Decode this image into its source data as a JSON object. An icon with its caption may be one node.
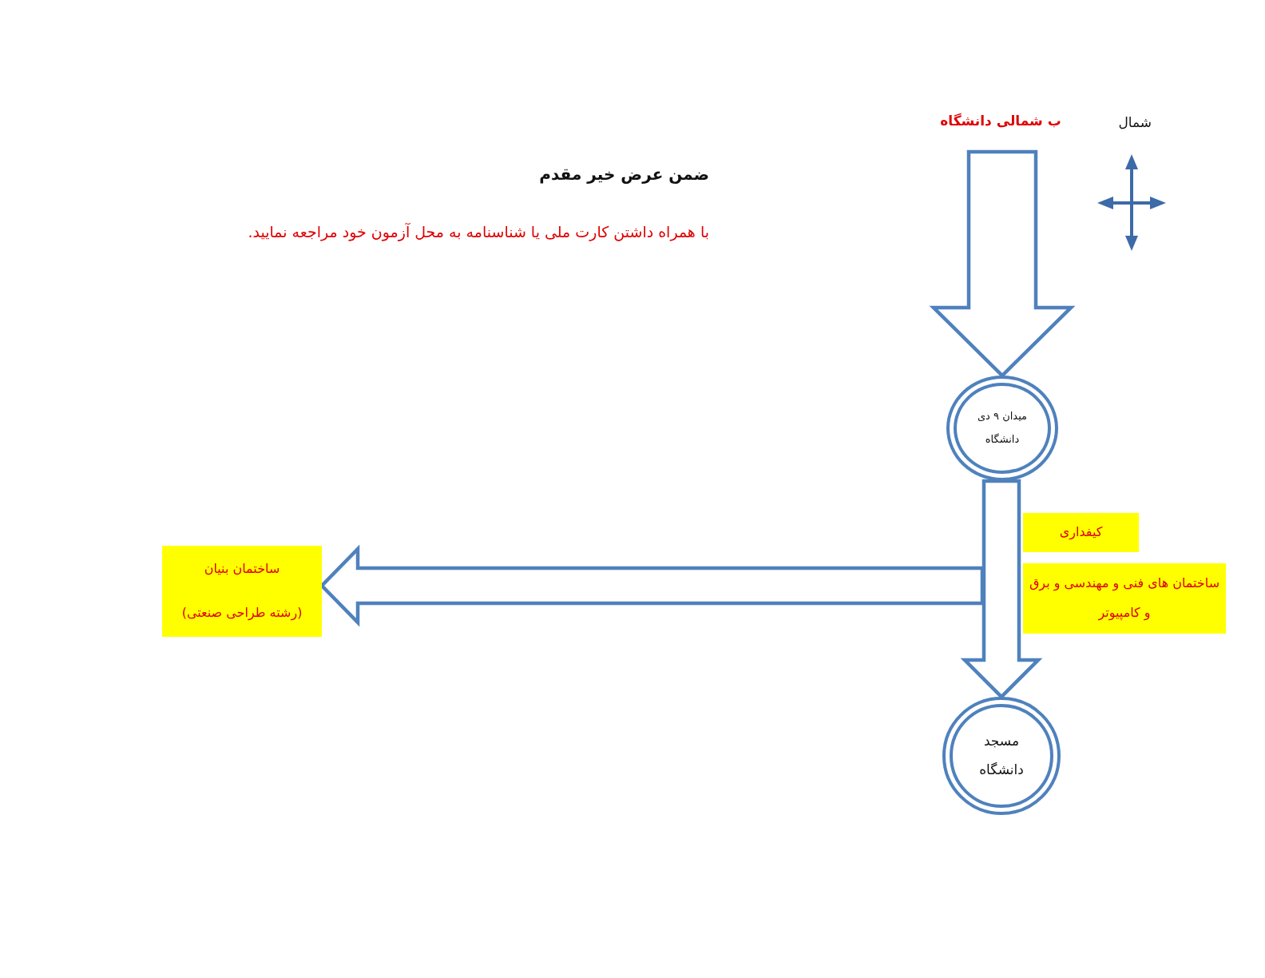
{
  "diagram": {
    "title": "ضمن عرض خیر مقدم",
    "nodes": [
      {
        "text": [
          "ب شمالی دانشگاه"
        ]
      },
      {
        "text": [
          "میدان ۹ دی دانشگاه"
        ]
      },
      {
        "text": [
          "مسجد دانشگاه"
        ]
      },
      {
        "text": [
          "ساختمان بنیان",
          "(رشته طراحی صنعتی)"
        ]
      },
      {
        "text": [
          "کیفداری"
        ]
      },
      {
        "text": [
          "ساختمان های فنی و مهندسی و برق و کامپیوتر"
        ]
      }
    ],
    "edges": [
      {
        "from": 0,
        "to": 1,
        "arrow": "to"
      },
      {
        "from": 1,
        "to": 2,
        "arrow": "to"
      },
      {
        "from": 1,
        "to": 3,
        "arrow": "to"
      }
    ],
    "labels": [
      "شمال",
      "با همراه داشتن کارت ملی یا شناسنامه به محل آزمون خود مراجعه نمایید."
    ]
  }
}
